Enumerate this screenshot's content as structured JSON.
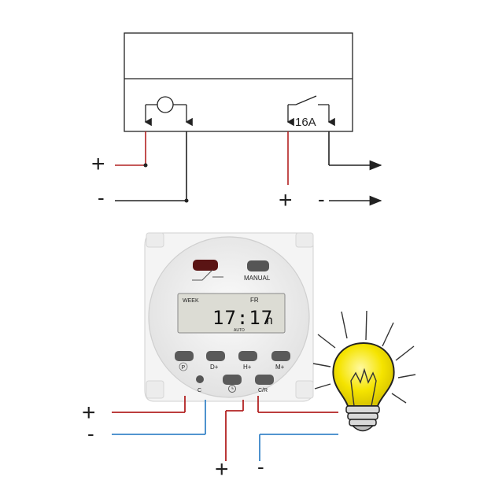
{
  "schematic": {
    "relay_rating": "16A",
    "input_plus": "+",
    "input_minus": "-",
    "output_plus": "+",
    "output_minus": "-"
  },
  "device": {
    "manual_label": "MANUAL",
    "lcd": {
      "week_label": "WEEK",
      "day_label": "FR",
      "time": "17:17",
      "suffix": "n",
      "mode": "AUTO"
    },
    "buttons": [
      {
        "label": "P"
      },
      {
        "label": "D+"
      },
      {
        "label": "H+"
      },
      {
        "label": "M+"
      }
    ],
    "lower_labels": {
      "clear": "C",
      "clock": "",
      "cr": "C/R"
    }
  },
  "wiring": {
    "input_plus": "+",
    "input_minus": "-",
    "bottom_plus": "+",
    "bottom_minus": "-"
  },
  "colors": {
    "positive_wire": "#b22222",
    "negative_wire": "#2b2b2b",
    "neutral_wire": "#3a86c8",
    "bulb": "#f5e400"
  }
}
